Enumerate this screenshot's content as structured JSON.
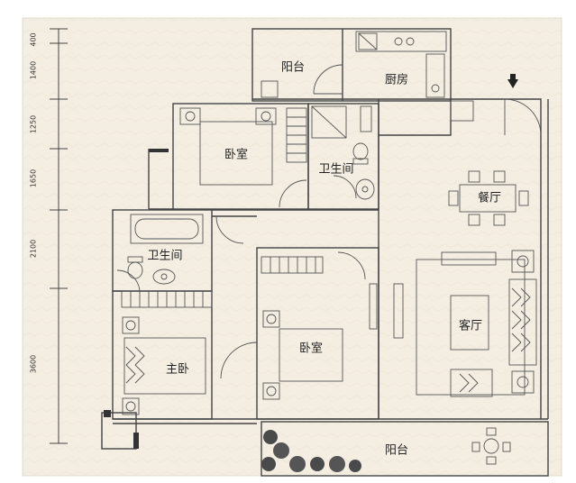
{
  "rooms": {
    "balcony_top": "阳台",
    "kitchen": "厨房",
    "bedroom_upper": "卧室",
    "bathroom_upper": "卫生间",
    "dining": "餐厅",
    "bathroom_lower": "卫生间",
    "master_bedroom": "主卧",
    "bedroom_middle": "卧室",
    "living_room": "客厅",
    "balcony_bottom": "阳台"
  },
  "dimensions": [
    "400",
    "1400",
    "1250",
    "1650",
    "2100",
    "3600"
  ],
  "colors": {
    "paper": "#f4eee2",
    "wall": "#444444",
    "frame_bg": "#ffffff"
  }
}
